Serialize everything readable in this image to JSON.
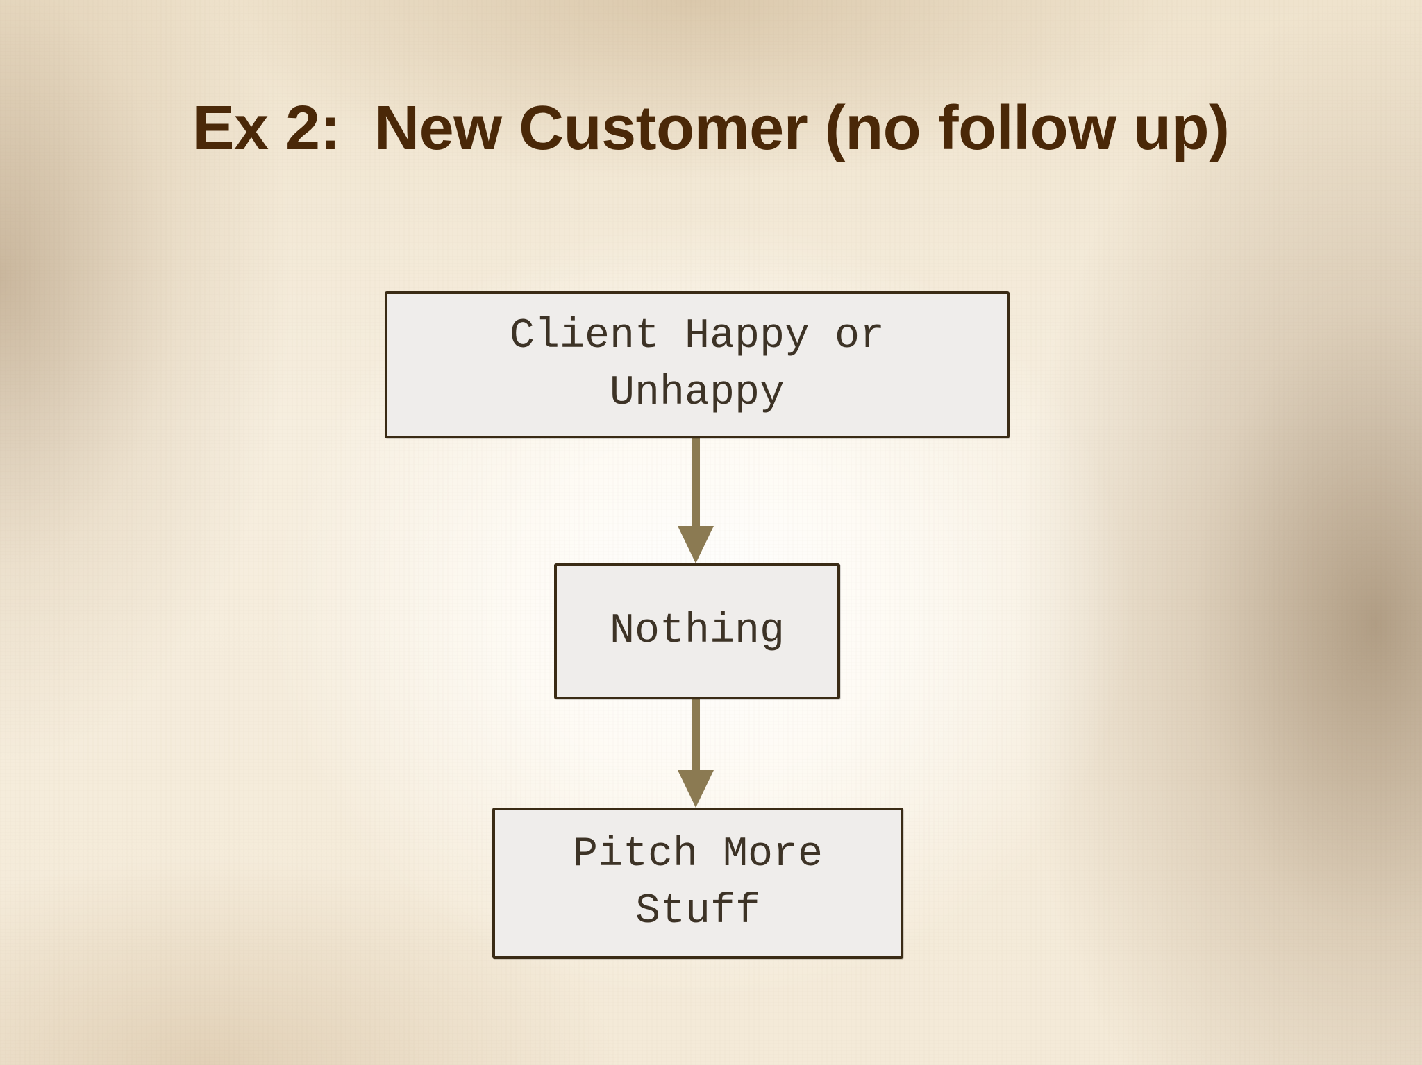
{
  "slide": {
    "title": "Ex 2:  New Customer (no follow up)"
  },
  "flowchart": {
    "nodes": [
      {
        "id": "client-happy",
        "lines": [
          "Client Happy or",
          "Unhappy"
        ]
      },
      {
        "id": "nothing",
        "lines": [
          "Nothing"
        ]
      },
      {
        "id": "pitch-more",
        "lines": [
          "Pitch More",
          "Stuff"
        ]
      }
    ],
    "edges": [
      {
        "from": "client-happy",
        "to": "nothing"
      },
      {
        "from": "nothing",
        "to": "pitch-more"
      }
    ]
  },
  "colors": {
    "title": "#4a2808",
    "node_fill": "#efedeb",
    "node_border": "#3a2b15",
    "node_text": "#3d3326",
    "arrow": "#8b7a52"
  }
}
